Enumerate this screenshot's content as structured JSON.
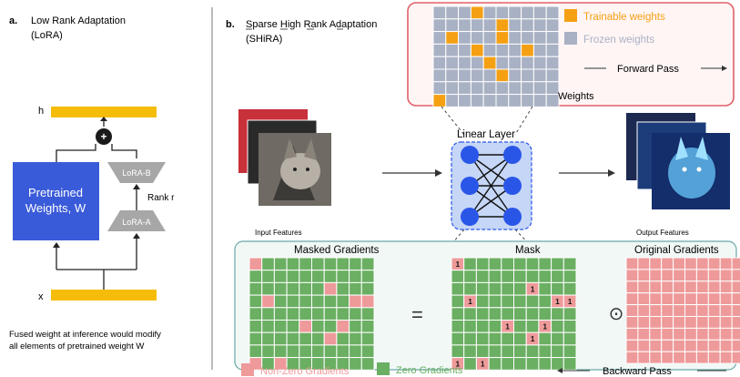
{
  "panel_a": {
    "letter": "a.",
    "title_line1": "Low Rank Adaptation",
    "title_line2": "(LoRA)",
    "label_h": "h",
    "label_x": "x",
    "pretrained_line1": "Pretrained",
    "pretrained_line2": "Weights, W",
    "lora_b": "LoRA-B",
    "lora_a": "LoRA-A",
    "rank": "Rank r",
    "plus": "+",
    "note_line1": "Fused weight at inference would modify",
    "note_line2": "all elements of pretrained weight W"
  },
  "panel_b": {
    "letter": "b.",
    "title_line1": "Sparse High Rank Adaptation",
    "title_line2": "(SHiRA)",
    "weights_label": "Weights",
    "legend_trainable": "Trainable weights",
    "legend_frozen": "Frozen weights",
    "forward_pass": "Forward Pass",
    "linear_layer": "Linear Layer",
    "input_features": "Input Features",
    "output_features": "Output Features",
    "masked_gradients": "Masked Gradients",
    "mask": "Mask",
    "original_gradients": "Original Gradients",
    "equals": "=",
    "hadamard": "⊙",
    "mask_one": "1",
    "legend_nonzero": "Non-Zero Gradients",
    "legend_zero": "Zero Gradients",
    "backward_pass": "Backward Pass"
  },
  "colors": {
    "lora_yellow": "#f5bd0a",
    "pretrained_blue": "#3a5bd9",
    "lora_gray": "#a7a7a7",
    "trainable_orange": "#f5a013",
    "frozen_gray": "#a9b1c4",
    "green_cell": "#6aaf62",
    "pink_cell": "#ee9a9a",
    "red_border": "#e0606a",
    "teal_border": "#6aa8a8",
    "layer_blue": "#2a56e8",
    "layer_bg": "#c5d6f7"
  }
}
